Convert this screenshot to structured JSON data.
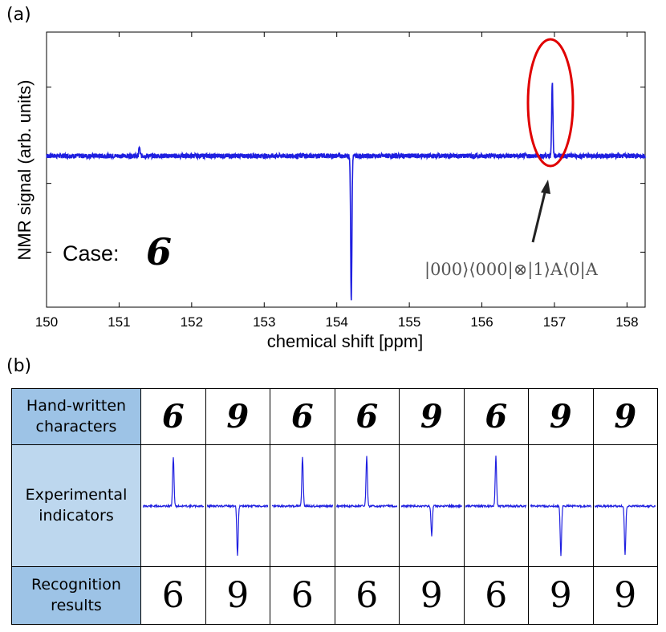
{
  "panel_a_label": "(a)",
  "panel_b_label": "(b)",
  "chart_data": {
    "type": "line",
    "xlabel": "chemical shift [ppm]",
    "ylabel": "NMR signal (arb. units)",
    "xlim": [
      150,
      158.25
    ],
    "ylim": [
      -1.1,
      0.9
    ],
    "x_ticks": [
      150,
      151,
      152,
      153,
      154,
      155,
      156,
      157,
      158
    ],
    "y_tick_values": [
      0.5,
      -0.2,
      -0.7
    ],
    "baseline": 0,
    "peaks": [
      {
        "x": 154.2,
        "y": -1.05
      },
      {
        "x": 156.97,
        "y": 0.54
      },
      {
        "x": 151.28,
        "y": 0.06
      }
    ],
    "series_color": "#1f1fe0",
    "annotation_text": "|000⟩⟨000|⊗|1⟩A⟨0|A",
    "highlight_color": "#e00000"
  },
  "case_label": "Case:",
  "case_digit": "6",
  "table": {
    "row_headers": [
      "Hand-written characters",
      "Experimental indicators",
      "Recognition results"
    ],
    "handwritten": [
      "6",
      "9",
      "6",
      "6",
      "9",
      "6",
      "9",
      "9"
    ],
    "indicators": [
      1,
      -1,
      1,
      1,
      -0.6,
      1,
      -1,
      -1
    ],
    "results": [
      "6",
      "9",
      "6",
      "6",
      "9",
      "6",
      "9",
      "9"
    ]
  }
}
